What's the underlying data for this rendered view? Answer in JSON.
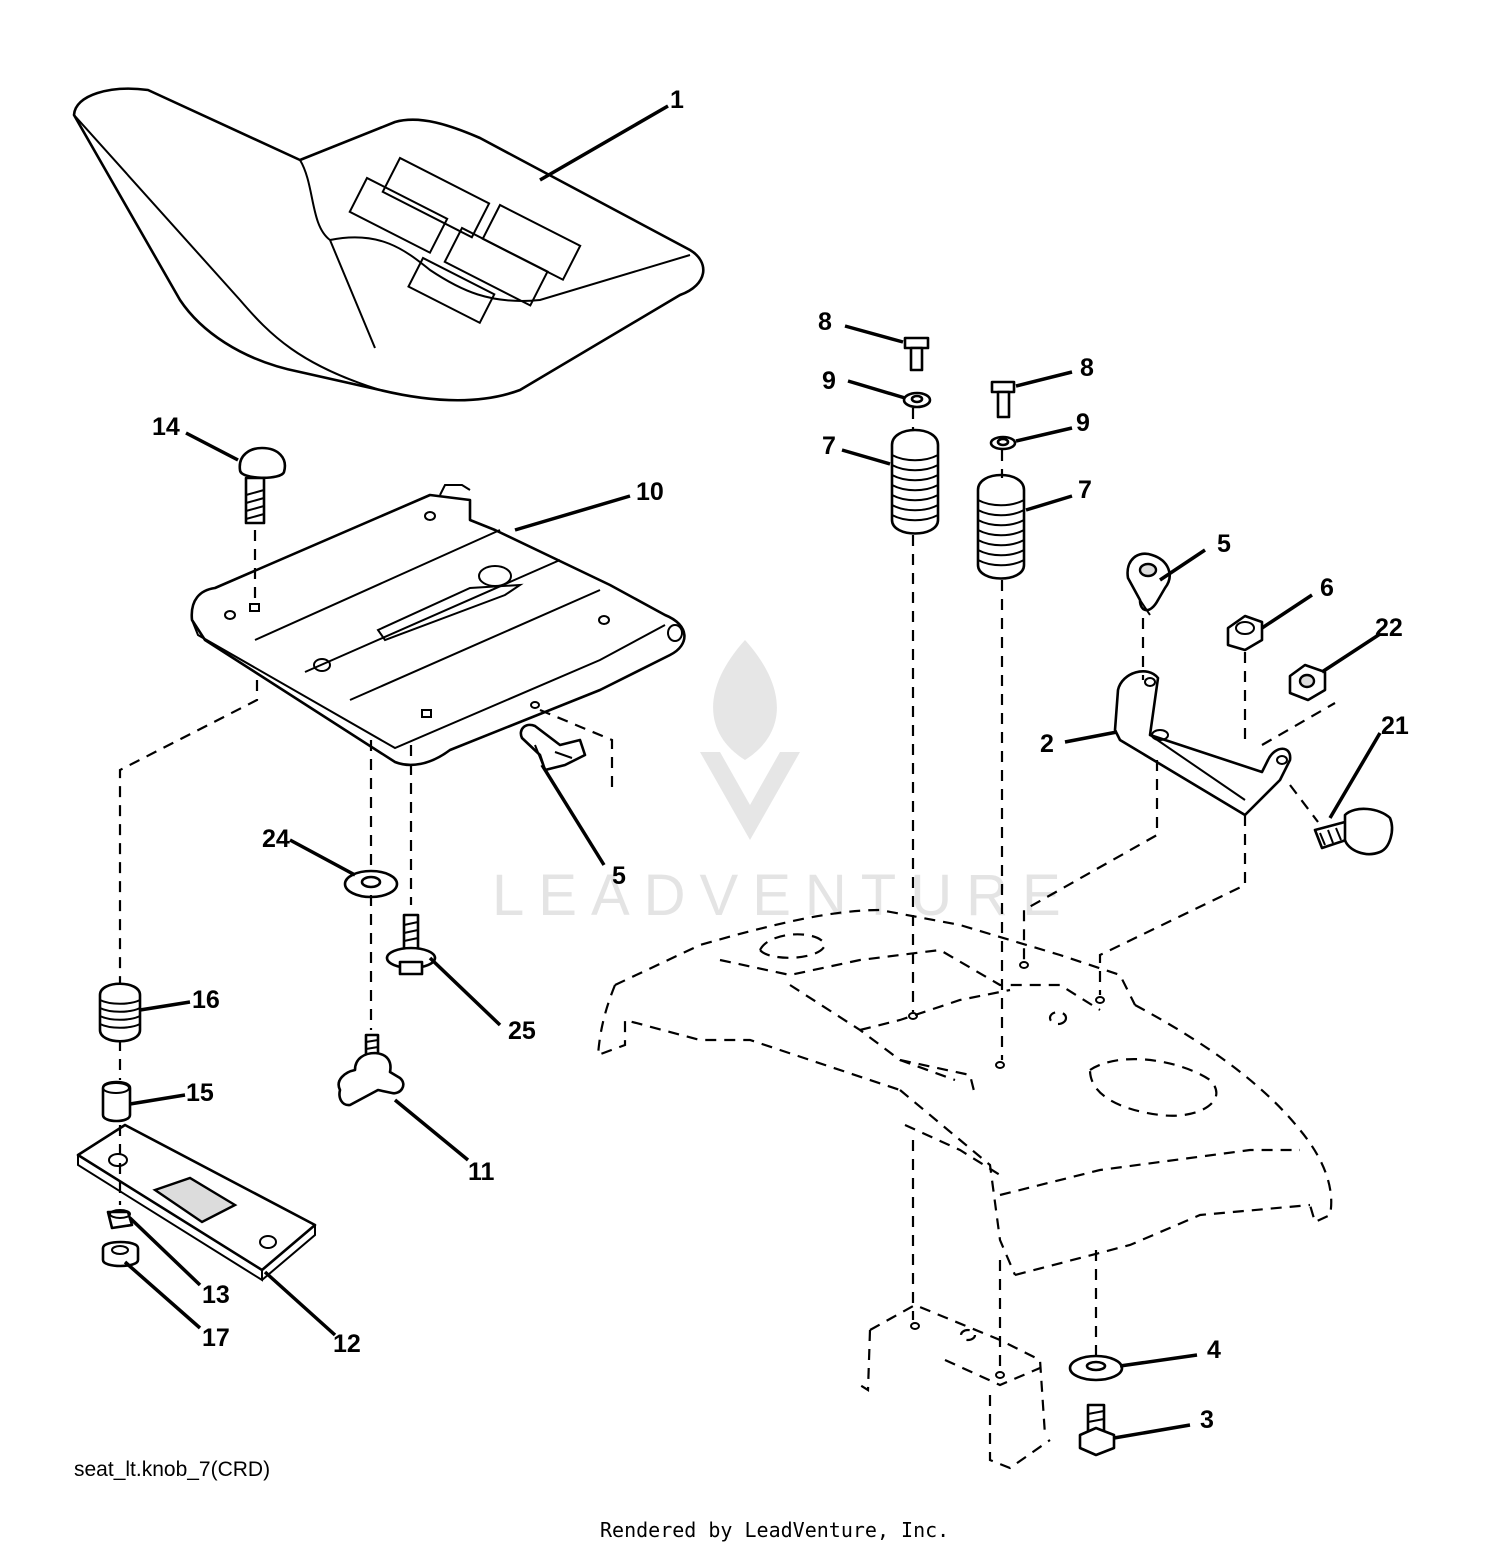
{
  "diagram": {
    "callouts": {
      "c1": "1",
      "c2": "2",
      "c3": "3",
      "c4": "4",
      "c5a": "5",
      "c5b": "5",
      "c6": "6",
      "c7a": "7",
      "c7b": "7",
      "c8a": "8",
      "c8b": "8",
      "c9a": "9",
      "c9b": "9",
      "c10": "10",
      "c11": "11",
      "c12": "12",
      "c13": "13",
      "c14": "14",
      "c15": "15",
      "c16": "16",
      "c17": "17",
      "c21": "21",
      "c22": "22",
      "c24": "24",
      "c25": "25"
    },
    "caption": "seat_lt.knob_7(CRD)",
    "render_note": "Rendered by LeadVenture, Inc."
  },
  "watermark": {
    "text": "LEADVENTURE"
  },
  "colors": {
    "line": "#000000",
    "background": "#ffffff",
    "watermark": "#e4e4e4"
  }
}
